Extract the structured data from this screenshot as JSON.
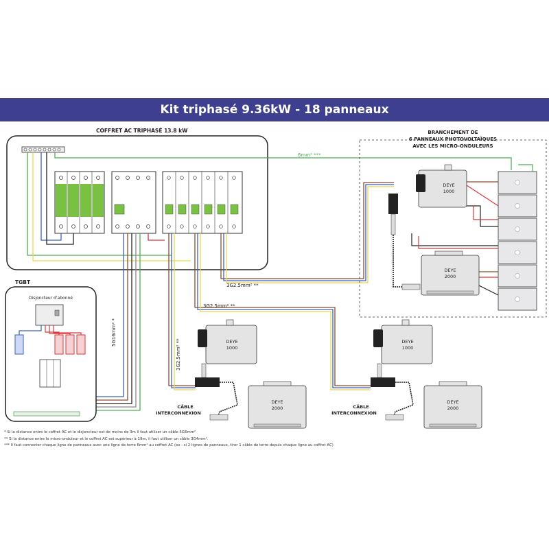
{
  "title": "Kit triphasé 9.36kW - 18 panneaux",
  "coffret_label": "COFFRET AC TRIPHASÉ 13.8 kW",
  "tgbt_label": "TGBT",
  "disjoncteur_label": "Disjoncteur d'abonné",
  "branchement_label": [
    "BRANCHEMENT DE",
    "6 PANNEAUX PHOTOVOLTAÏQUES",
    "AVEC LES MICRO-ONDULEURS"
  ],
  "cable_labels": {
    "earth": "6mm² ***",
    "cable_3g_a": "3G2.5mm² **",
    "cable_3g_b": "3G2.5mm² **",
    "cable_3g_c": "3G2.5mm² **",
    "cable_5g": "5G16mm² *"
  },
  "inverters": {
    "small_top": [
      "DEYE",
      "1000"
    ],
    "big_top": [
      "DEYE",
      "2000"
    ],
    "small_left": [
      "DEYE",
      "1000"
    ],
    "big_left": [
      "DEYE",
      "2000"
    ],
    "small_right": [
      "DEYE",
      "1000"
    ],
    "big_right": [
      "DEYE",
      "2000"
    ]
  },
  "interconnect_left": [
    "CÂBLE",
    "INTERCONNEXION"
  ],
  "interconnect_right": [
    "CÂBLE",
    "INTERCONNEXION"
  ],
  "notes": [
    "*  Si la distance entre le coffret AC et le disjoncteur est de moins de 3m il faut utiliser un câble 5G6mm²",
    "** Si la distance entre le micro-onduleur et le coffret AC est supérieur à 19m, il faut utiliser un câble 3G4mm².",
    "*** Il faut connecter chaque ligne de panneaux avec une ligne de terre 6mm² au coffret AC (ex : si 2 lignes de panneaux, tirer 1 câble de terre depuis chaque ligne au coffret AC)"
  ],
  "colors": {
    "banner": "#3e3f8f",
    "breaker_green": "#7ac043",
    "wire_green": "#4caf50",
    "wire_yellow": "#e8d84a",
    "wire_blue": "#3b5fc0",
    "wire_red": "#d9363e",
    "wire_brown": "#8b4a2b",
    "wire_black": "#222222"
  }
}
